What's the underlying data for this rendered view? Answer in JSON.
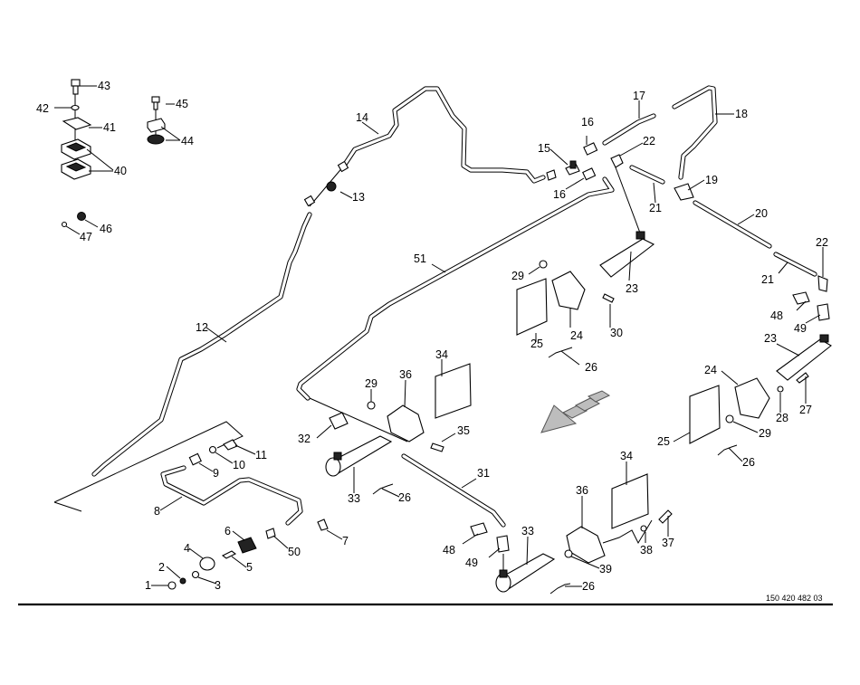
{
  "document": {
    "type": "exploded parts diagram",
    "drawing_number": "150 420 482 03",
    "direction_arrow": "travel-direction-arrow"
  },
  "callouts": {
    "c1": "1",
    "c2": "2",
    "c3": "3",
    "c4": "4",
    "c5": "5",
    "c6": "6",
    "c7": "7",
    "c8": "8",
    "c9": "9",
    "c10": "10",
    "c11": "11",
    "c12": "12",
    "c13": "13",
    "c14": "14",
    "c15": "15",
    "c16a": "16",
    "c16b": "16",
    "c17": "17",
    "c18": "18",
    "c19": "19",
    "c20": "20",
    "c21a": "21",
    "c21b": "21",
    "c22a": "22",
    "c22b": "22",
    "c23a": "23",
    "c23b": "23",
    "c24a": "24",
    "c24b": "24",
    "c25a": "25",
    "c25b": "25",
    "c26a": "26",
    "c26b": "26",
    "c26c": "26",
    "c26d": "26",
    "c27": "27",
    "c28": "28",
    "c29a": "29",
    "c29b": "29",
    "c29c": "29",
    "c30": "30",
    "c31": "31",
    "c32": "32",
    "c33a": "33",
    "c33b": "33",
    "c34a": "34",
    "c34b": "34",
    "c35": "35",
    "c36a": "36",
    "c36b": "36",
    "c37": "37",
    "c38": "38",
    "c39": "39",
    "c40": "40",
    "c41": "41",
    "c42": "42",
    "c43": "43",
    "c44": "44",
    "c45": "45",
    "c46": "46",
    "c47": "47",
    "c48a": "48",
    "c48b": "48",
    "c49a": "49",
    "c49b": "49",
    "c50": "50",
    "c51": "51"
  }
}
